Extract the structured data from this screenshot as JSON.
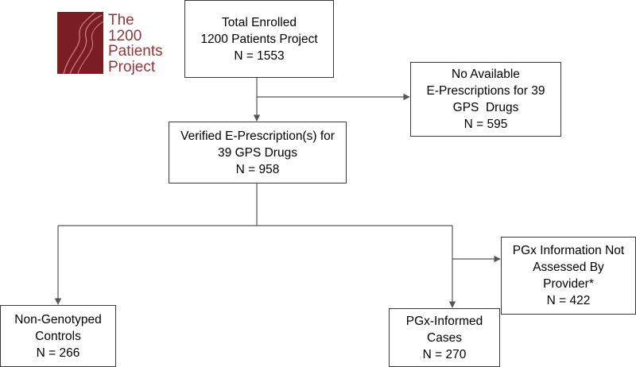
{
  "logo": {
    "lines": [
      "The",
      "1200",
      "Patients",
      "Project"
    ],
    "color": "#7b1e24"
  },
  "boxes": {
    "total_enrolled": [
      "Total Enrolled",
      "1200 Patients Project",
      "N = 1553"
    ],
    "no_available": [
      "No Available",
      "E-Prescriptions for 39",
      "GPS  Drugs",
      "N = 595"
    ],
    "verified": [
      "Verified E-Prescription(s) for",
      "39 GPS Drugs",
      "N = 958"
    ],
    "pgx_not_assessed": [
      "PGx Information Not",
      "Assessed By",
      "Provider*",
      "N = 422"
    ],
    "non_genotyped": [
      "Non-Genotyped",
      "Controls",
      "N = 266"
    ],
    "pgx_informed": [
      "PGx-Informed",
      "Cases",
      "N = 270"
    ]
  },
  "colors": {
    "line": "#555555",
    "border": "#3a3a3a"
  }
}
